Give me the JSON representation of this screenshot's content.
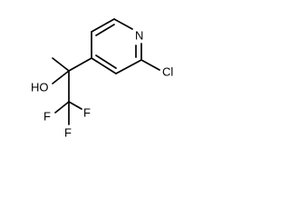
{
  "molecule": {
    "atoms": {
      "ring_nitrogen": "N",
      "chlorine": "Cl",
      "hydroxyl": "HO",
      "fluorine_1": "F",
      "fluorine_2": "F",
      "fluorine_3": "F"
    }
  }
}
